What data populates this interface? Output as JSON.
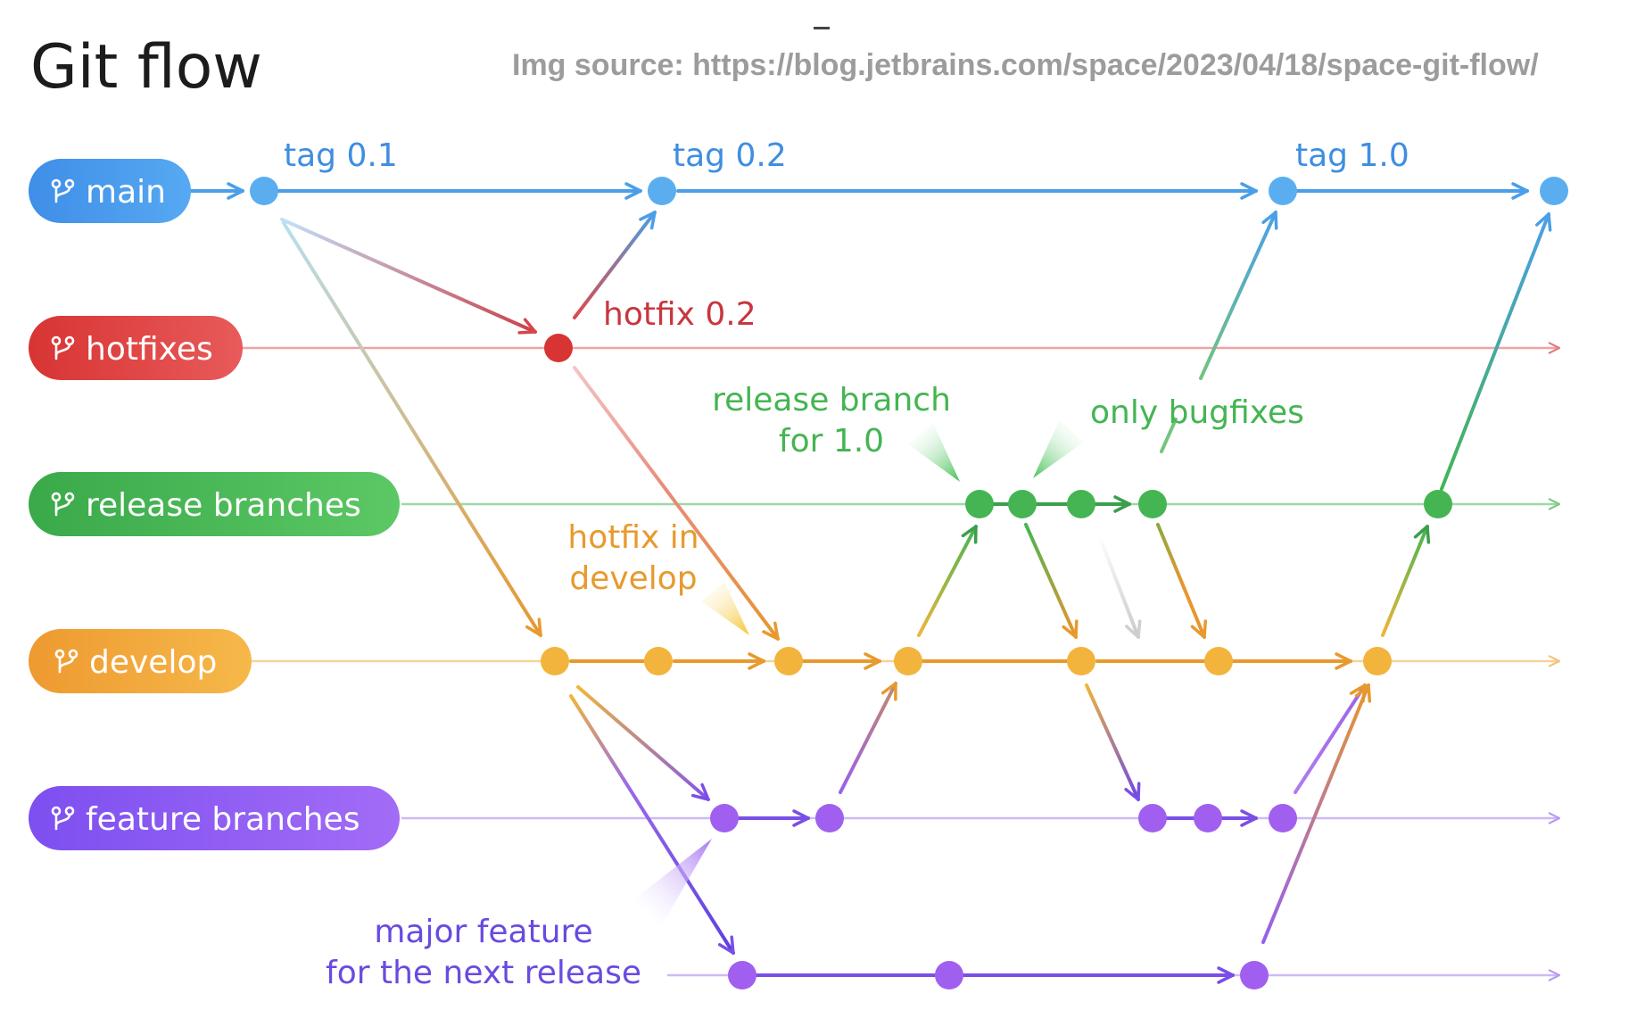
{
  "title": "Git flow",
  "source": "Img source: https://blog.jetbrains.com/space/2023/04/18/space-git-flow/",
  "colors": {
    "main": "#4a9fe8",
    "main_node": "#5aaef0",
    "hotfixes": "#dd3c3c",
    "release": "#44b552",
    "develop": "#f0a839",
    "develop_node": "#f2b43c",
    "feature": "#8a5cf0",
    "feature_node": "#a15ff0"
  },
  "branches": [
    {
      "id": "main",
      "label": "main",
      "icon": "branch-icon"
    },
    {
      "id": "hotfixes",
      "label": "hotfixes",
      "icon": "branch-icon"
    },
    {
      "id": "release",
      "label": "release branches",
      "icon": "branch-icon"
    },
    {
      "id": "develop",
      "label": "develop",
      "icon": "branch-icon"
    },
    {
      "id": "feature",
      "label": "feature branches",
      "icon": "branch-icon"
    }
  ],
  "tags": [
    "tag 0.1",
    "tag 0.2",
    "tag 1.0"
  ],
  "annotations": {
    "hotfix_02": "hotfix 0.2",
    "release_branch_line1": "release branch",
    "release_branch_line2": "for 1.0",
    "only_bugfixes": "only bugfixes",
    "hotfix_in_line1": "hotfix in",
    "hotfix_in_line2": "develop",
    "major_feature_line1": "major feature",
    "major_feature_line2": "for the next release"
  }
}
